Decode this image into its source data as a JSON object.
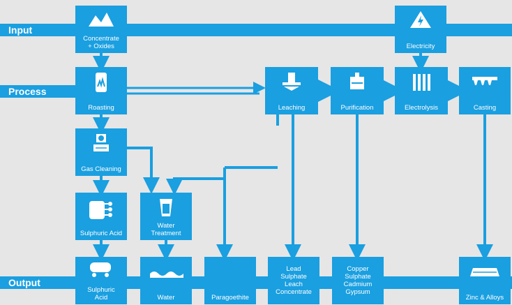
{
  "rows": {
    "input": "Input",
    "process": "Process",
    "output": "Output"
  },
  "nodes": {
    "concentrate": "Concentrate\n+ Oxides",
    "electricity": "Electricity",
    "roasting": "Roasting",
    "leaching": "Leaching",
    "purification": "Purification",
    "electrolysis": "Electrolysis",
    "casting": "Casting",
    "gas_cleaning": "Gas Cleaning",
    "sulphuric_acid_plant": "Sulphuric Acid",
    "water_treatment": "Water\nTreatment",
    "sulphuric_acid_out": "Sulphuric\nAcid",
    "water": "Water",
    "paragoethite": "Paragoethite",
    "lead_sulphate": "Lead\nSulphate\nLeach\nConcentrate",
    "copper_sulphate": "Copper\nSulphate\nCadmium\nGypsum",
    "zinc_alloys": "Zinc & Alloys"
  },
  "colors": {
    "primary": "#1a9fe0",
    "background": "#e6e6e6",
    "text": "#ffffff"
  }
}
